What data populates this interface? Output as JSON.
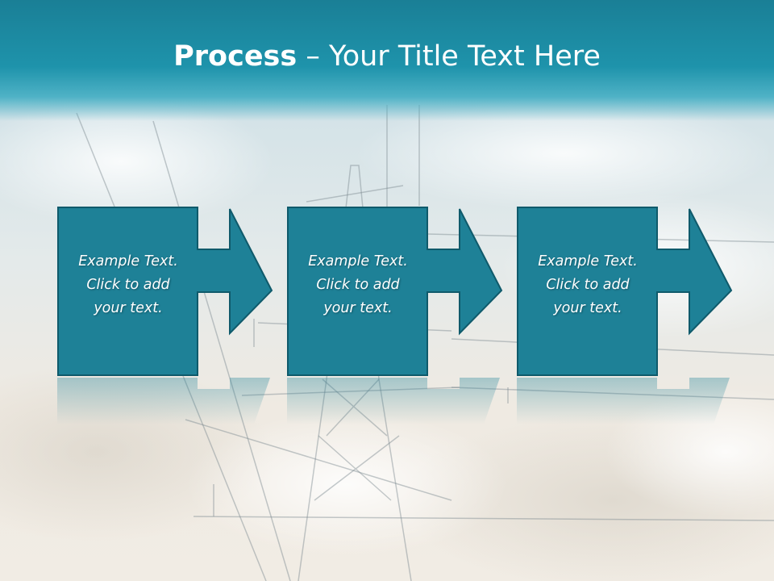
{
  "slide": {
    "title_bold": "Process",
    "title_dash": " – ",
    "title_rest": "Your Title Text Here"
  },
  "steps": [
    {
      "text": "Example Text.\nClick  to add\nyour text."
    },
    {
      "text": "Example Text.\nClick  to add\nyour text."
    },
    {
      "text": "Example Text.\nClick  to add\nyour text."
    }
  ],
  "colors": {
    "box_fill": "#1e8197",
    "box_border": "#0f5a6b",
    "header": "#1e93ab"
  }
}
